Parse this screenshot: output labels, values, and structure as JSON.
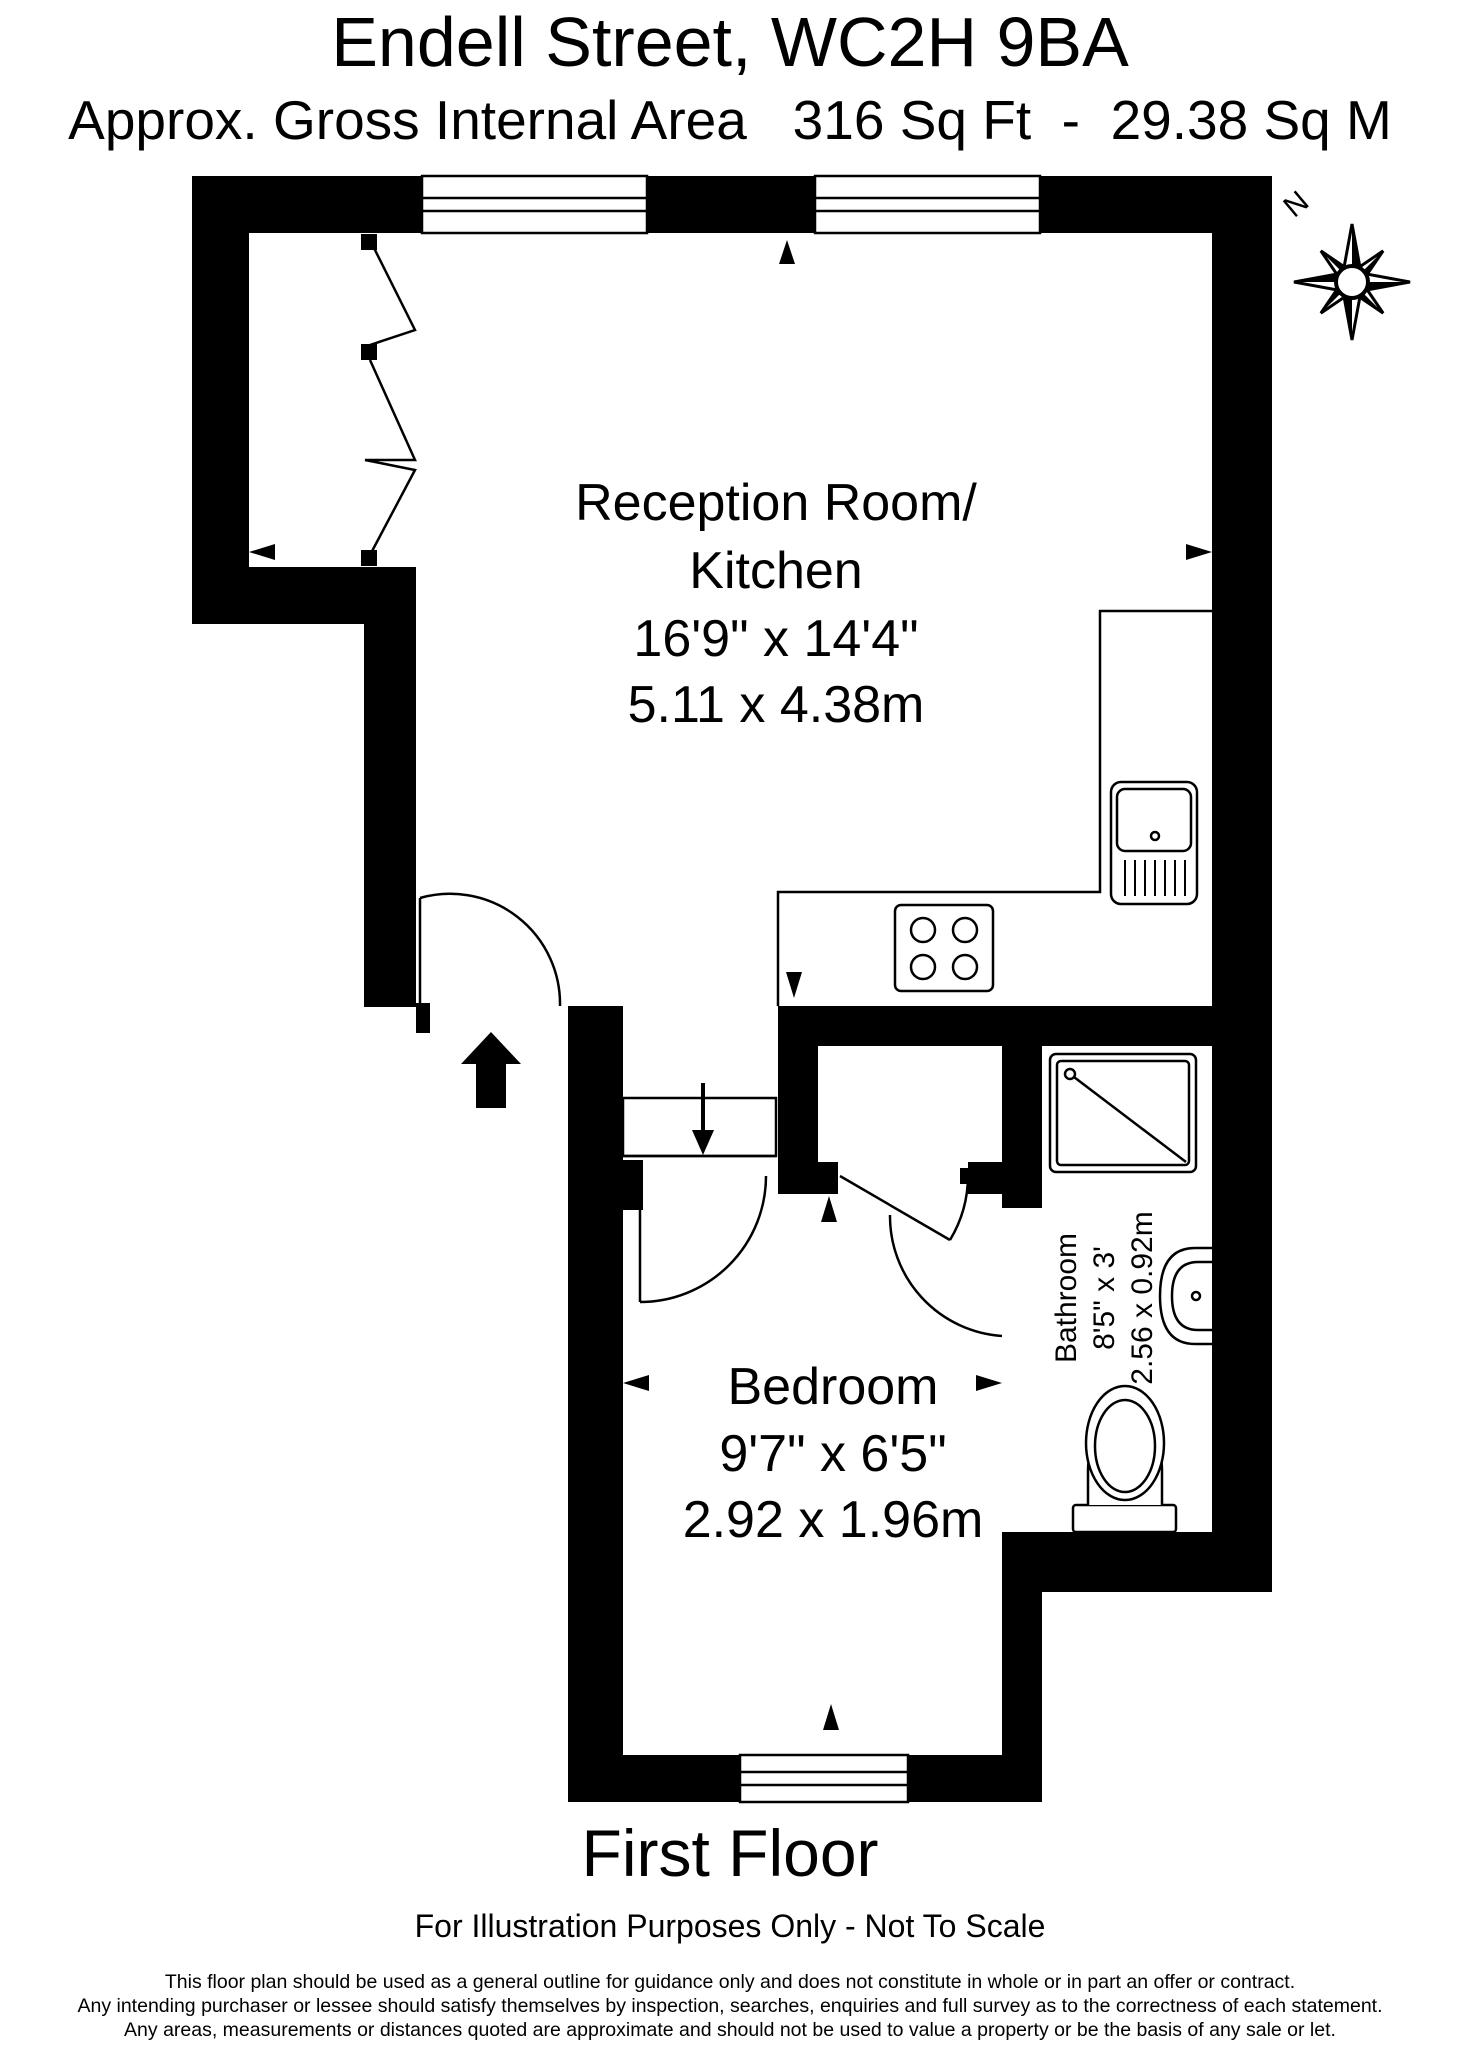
{
  "header": {
    "title": "Endell Street, WC2H 9BA",
    "area_line": "Approx. Gross Internal Area   316 Sq Ft  -  29.38 Sq M"
  },
  "rooms": {
    "reception": {
      "name_line1": "Reception Room/",
      "name_line2": "Kitchen",
      "imperial": "16'9\" x 14'4\"",
      "metric": "5.11 x 4.38m"
    },
    "bedroom": {
      "name": "Bedroom",
      "imperial": "9'7\" x 6'5\"",
      "metric": "2.92 x 1.96m"
    },
    "bathroom": {
      "name": "Bathroom",
      "imperial": "8'5\" x 3'",
      "metric": "2.56 x 0.92m"
    }
  },
  "compass": {
    "north_label": "N"
  },
  "footer": {
    "floor_name": "First Floor",
    "scale_note": "For Illustration Purposes Only - Not To Scale",
    "disclaimer": [
      "This floor plan should be used as a general outline for guidance only and does not constitute in whole or in part an offer or contract.",
      "Any intending purchaser or lessee should satisfy themselves by inspection, searches, enquiries and full survey as to the correctness of each statement.",
      "Any areas, measurements or distances quoted are approximate and should not be used to value a property or be the basis of any sale or let."
    ]
  }
}
